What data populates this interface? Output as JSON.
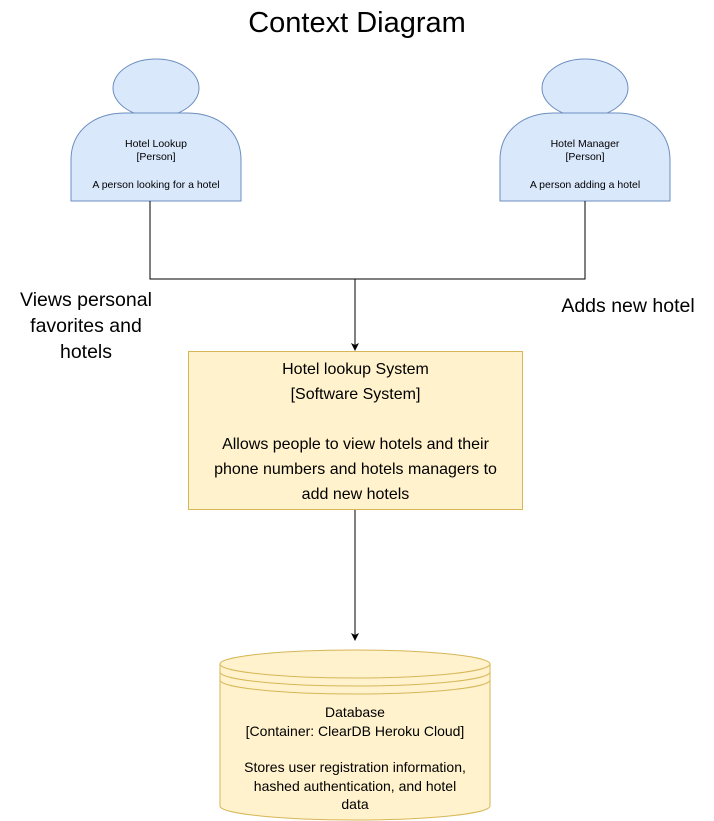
{
  "title": "Context Diagram",
  "actors": [
    {
      "name": "Hotel Lookup",
      "type": "[Person]",
      "description": "A person looking for a hotel"
    },
    {
      "name": "Hotel Manager",
      "type": "[Person]",
      "description": "A person adding a hotel"
    }
  ],
  "relationships": {
    "lookup_label_lines": [
      "Views personal",
      "favorites and",
      "hotels"
    ],
    "manager_label": "Adds new hotel"
  },
  "system": {
    "name": "Hotel lookup System",
    "type": "[Software System]",
    "description_lines": [
      "Allows people to view hotels and their",
      "phone numbers and hotels managers to",
      "add new hotels"
    ]
  },
  "database": {
    "name": "Database",
    "type": "[Container: ClearDB Heroku Cloud]",
    "description_lines": [
      "Stores user registration information,",
      "hashed authentication, and hotel",
      "data"
    ]
  },
  "colors": {
    "person_fill": "#dae8fc",
    "person_stroke": "#6c8ebf",
    "system_fill": "#fff2cc",
    "system_stroke": "#d6b656"
  }
}
